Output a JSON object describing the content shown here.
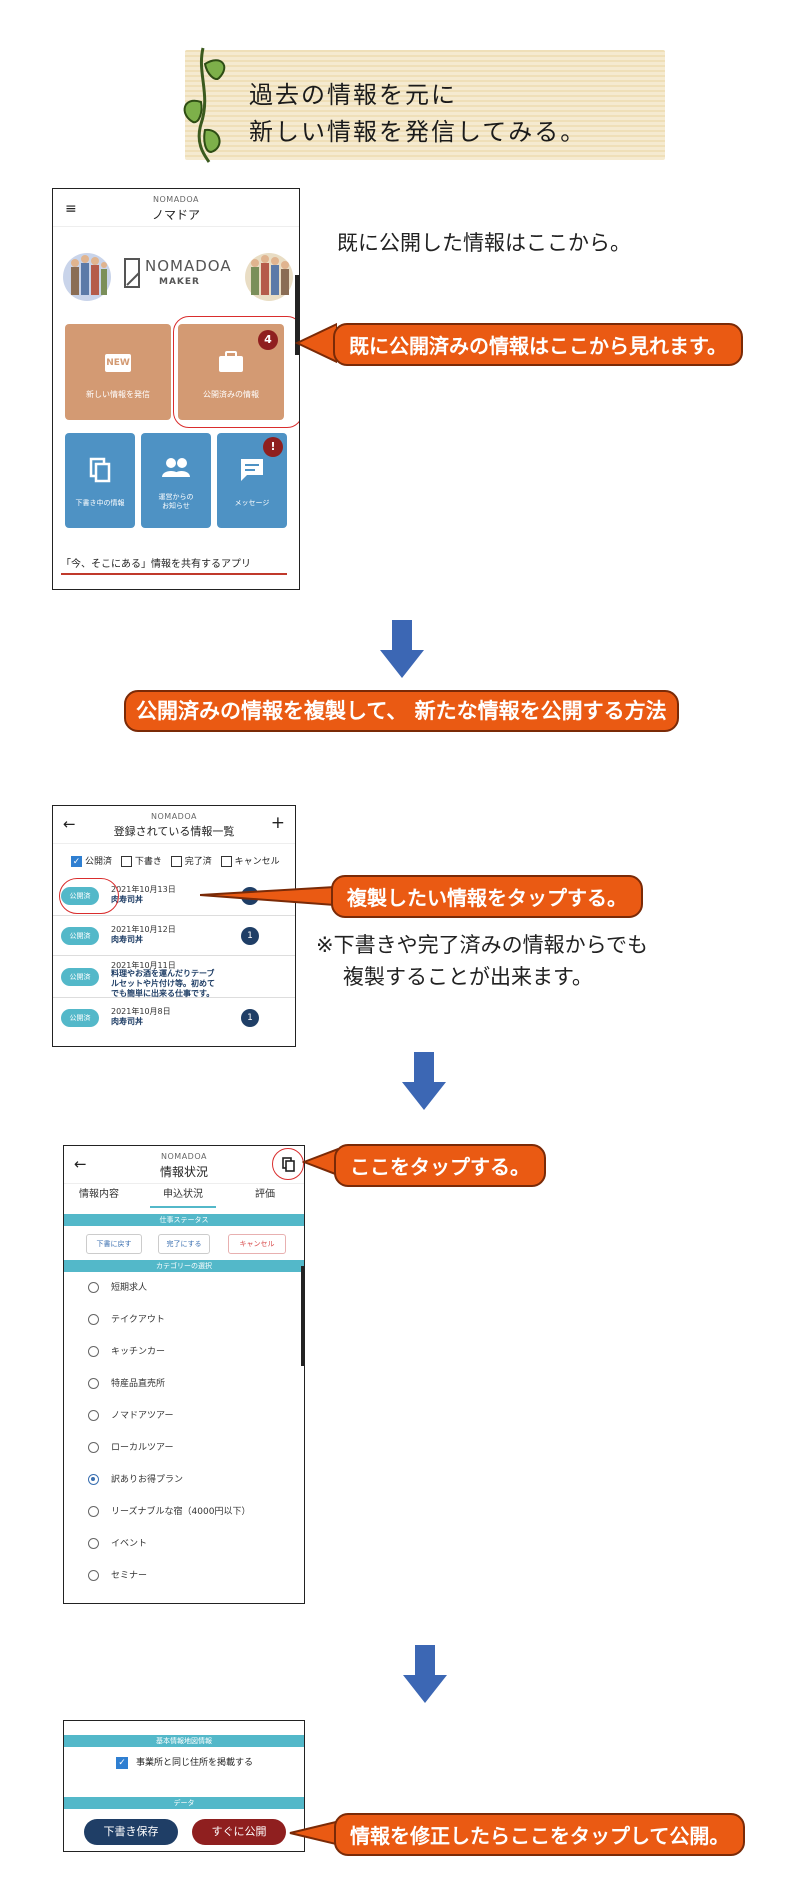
{
  "banner": {
    "line1": "過去の情報を元に",
    "line2": "新しい情報を発信してみる。"
  },
  "step1": {
    "app_brand": "NOMADOA",
    "app_title": "ノマドア",
    "hero_logo_top": "NOMADOA",
    "hero_logo_bottom": "MAKER",
    "tiles": [
      {
        "label": "新しい情報を発信",
        "icon": "new-icon"
      },
      {
        "label": "公開済みの情報",
        "icon": "briefcase-icon",
        "badge": "4"
      },
      {
        "label": "下書き中の情報",
        "icon": "copy-icon"
      },
      {
        "label": "運営からの\nお知らせ",
        "icon": "people-icon"
      },
      {
        "label": "メッセージ",
        "icon": "message-icon",
        "badge": "!"
      }
    ],
    "tagline": "「今、そこにある」情報を共有するアプリ",
    "note": "既に公開した情報はここから。",
    "callout": "既に公開済みの情報はここから見れます。"
  },
  "section_heading": "公開済みの情報を複製して、 新たな情報を公開する方法",
  "step2": {
    "app_brand": "NOMADOA",
    "title": "登録されている情報一覧",
    "filters": [
      {
        "label": "公開済",
        "checked": true
      },
      {
        "label": "下書き",
        "checked": false
      },
      {
        "label": "完了済",
        "checked": false
      },
      {
        "label": "キャンセル",
        "checked": false
      }
    ],
    "rows": [
      {
        "status": "公開済",
        "date": "2021年10月13日",
        "name": "肉寿司丼",
        "count": ""
      },
      {
        "status": "公開済",
        "date": "2021年10月12日",
        "name": "肉寿司丼",
        "count": "1"
      },
      {
        "status": "公開済",
        "date": "2021年10月11日",
        "name": "料理やお酒を運んだりテーブ\nルセットや片付け等。初めて\nでも簡単に出来る仕事です。",
        "count": ""
      },
      {
        "status": "公開済",
        "date": "2021年10月8日",
        "name": "肉寿司丼",
        "count": "1"
      }
    ],
    "callout": "複製したい情報をタップする。",
    "note_line1": "※下書きや完了済みの情報からでも",
    "note_line2": "複製することが出来ます。"
  },
  "step3": {
    "app_brand": "NOMADOA",
    "title": "情報状況",
    "tabs": [
      "情報内容",
      "申込状況",
      "評価"
    ],
    "status_section": "仕事ステータス",
    "status_buttons": [
      "下書に戻す",
      "完了にする",
      "キャンセル"
    ],
    "category_section": "カテゴリーの選択",
    "categories": [
      {
        "label": "短期求人",
        "selected": false
      },
      {
        "label": "テイクアウト",
        "selected": false
      },
      {
        "label": "キッチンカー",
        "selected": false
      },
      {
        "label": "特産品直売所",
        "selected": false
      },
      {
        "label": "ノマドアツアー",
        "selected": false
      },
      {
        "label": "ローカルツアー",
        "selected": false
      },
      {
        "label": "訳ありお得プラン",
        "selected": true
      },
      {
        "label": "リーズナブルな宿（4000円以下）",
        "selected": false
      },
      {
        "label": "イベント",
        "selected": false
      },
      {
        "label": "セミナー",
        "selected": false
      }
    ],
    "callout": "ここをタップする。"
  },
  "step4": {
    "section1": "基本情報地図情報",
    "checkbox_label": "事業所と同じ住所を掲載する",
    "section2": "データ",
    "save_button": "下書き保存",
    "publish_button": "すぐに公開",
    "callout": "情報を修正したらここをタップして公開。"
  },
  "colors": {
    "callout_orange": "#ea5a13",
    "tile_orange": "#d39a73",
    "tile_blue": "#4e92c4",
    "teal": "#53b8c9",
    "navy": "#1f3e66",
    "maroon": "#8f1f1f",
    "arrow_blue": "#3c67b4"
  }
}
